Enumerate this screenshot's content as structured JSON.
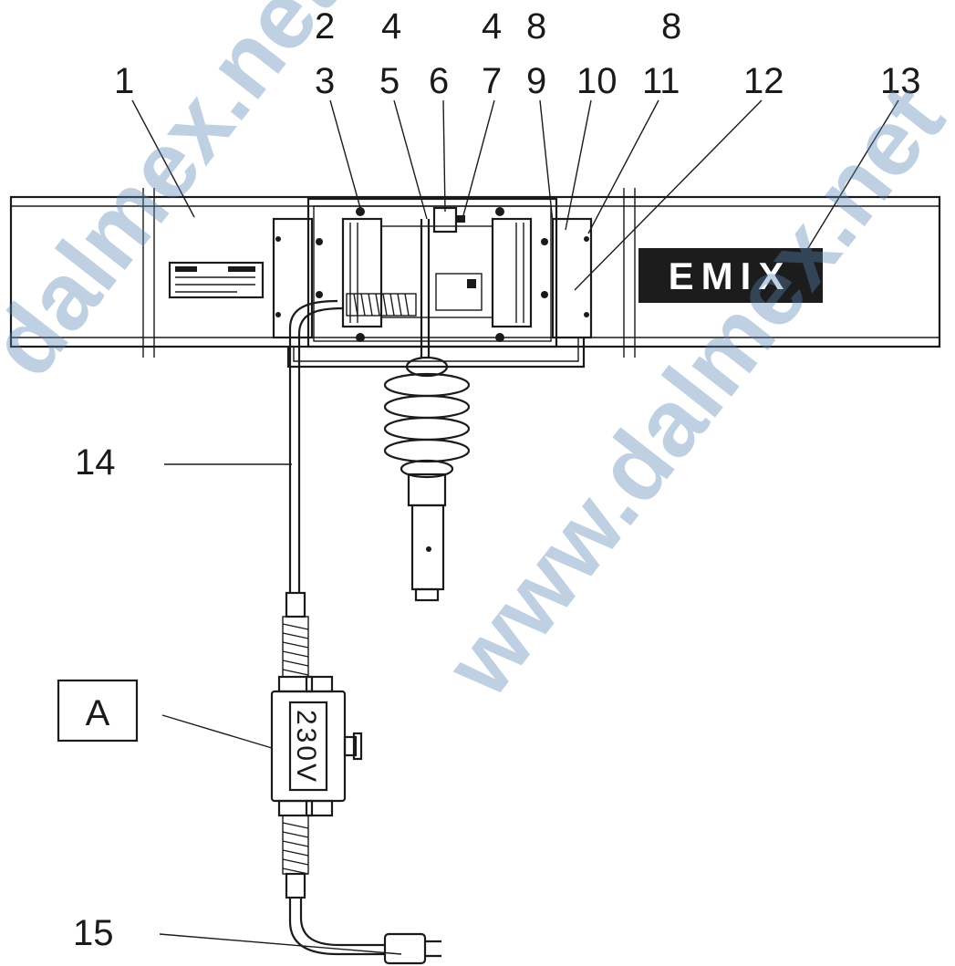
{
  "labels": {
    "top_row_1": [
      "2",
      "4",
      "4",
      "8",
      "8"
    ],
    "top_row_2": [
      "1",
      "3",
      "5",
      "6",
      "7",
      "9",
      "10",
      "11",
      "12",
      "13"
    ],
    "left": [
      "14",
      "15"
    ],
    "box_a": "A"
  },
  "brand_plate": "EMIX",
  "voltage_label": "230V",
  "watermarks": [
    "dalmex.net",
    "www.dalmex.net"
  ],
  "colors": {
    "ink": "#1a1a1a",
    "watermark": "#5a86b8",
    "plate": "#1c1c1c"
  }
}
